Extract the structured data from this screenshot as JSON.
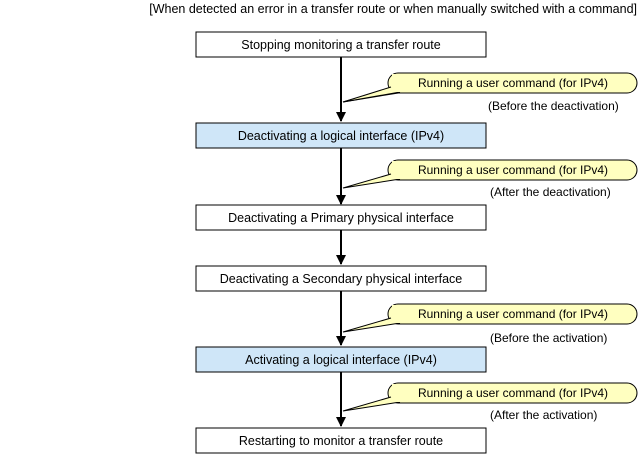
{
  "header": "[When detected an error in a transfer route or when manually switched with a command]",
  "steps": [
    {
      "label": "Stopping monitoring a transfer route",
      "highlight": false
    },
    {
      "label": "Deactivating a logical interface (IPv4)",
      "highlight": true
    },
    {
      "label": "Deactivating a Primary physical interface",
      "highlight": false
    },
    {
      "label": "Deactivating a Secondary physical interface",
      "highlight": false
    },
    {
      "label": "Activating a logical interface (IPv4)",
      "highlight": true
    },
    {
      "label": "Restarting to monitor a transfer route",
      "highlight": false
    }
  ],
  "callouts": [
    {
      "label": "Running a user command (for IPv4)",
      "note": "(Before the deactivation)"
    },
    {
      "label": "Running a user command (for IPv4)",
      "note": "(After the deactivation)"
    },
    {
      "label": "Running a user command (for IPv4)",
      "note": "(Before the activation)"
    },
    {
      "label": "Running a user command (for IPv4)",
      "note": "(After the activation)"
    }
  ],
  "colors": {
    "highlight_fill": "#cfe6f8",
    "box_fill": "#ffffff",
    "callout_fill": "#ffffc0",
    "stroke": "#000000"
  }
}
